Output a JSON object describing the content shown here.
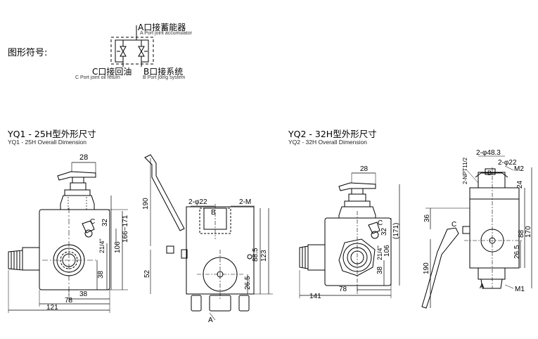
{
  "symbol": {
    "heading": "图形符号:",
    "port_a_cn": "A口接蓄能器",
    "port_a_en": "A Port joint accumulator",
    "port_c_cn": "C口接回油",
    "port_c_en": "C Port joint oil return",
    "port_b_cn": "B口接系统",
    "port_b_en": "B Port joing system"
  },
  "yq1": {
    "title_cn": "YQ1 - 25H型外形尺寸",
    "title_en": "YQ1 - 25H Overall Dimension",
    "front_dims": [
      "28",
      "C",
      "32",
      "21/4\"",
      "106",
      "166~171",
      "38",
      "38",
      "78",
      "121"
    ],
    "side_dims": [
      "190",
      "2-φ22",
      "B",
      "2-M",
      "88.5",
      "123",
      "52",
      "26.5",
      "A"
    ]
  },
  "yq2": {
    "title_cn": "YQ2 - 32H型外形尺寸",
    "title_en": "YQ2 - 32H Overall Dimension",
    "front_dims": [
      "28",
      "C",
      "32",
      "21/4\"",
      "106",
      "(171)",
      "38",
      "78",
      "141"
    ],
    "side_dims": [
      "2-NPT11/2",
      "2-φ48.3",
      "2-φ22",
      "B",
      "M2",
      "24",
      "36",
      "C",
      "88",
      "170",
      "26.5",
      "190",
      "A",
      "M1"
    ]
  }
}
